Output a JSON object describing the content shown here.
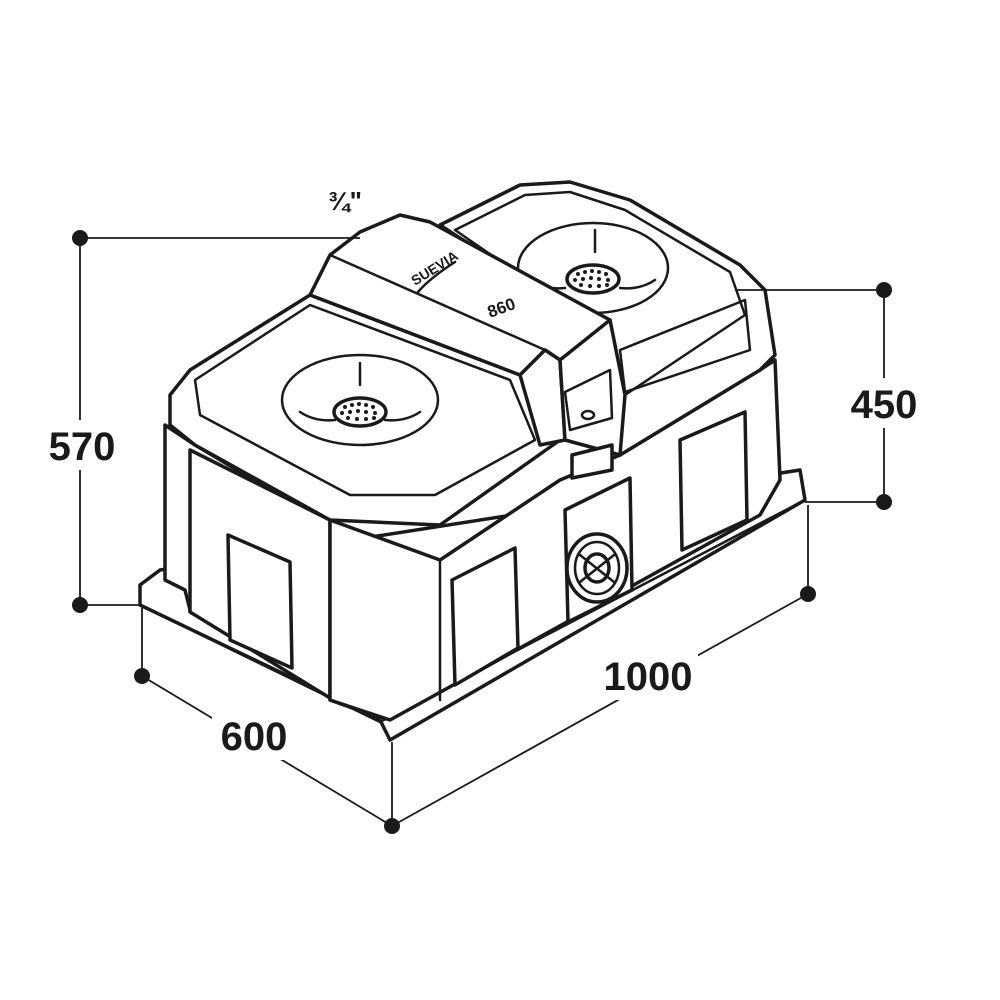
{
  "drawing": {
    "brand": "SUEVIA",
    "model": "860",
    "fitting": "¾\""
  },
  "dimensions": {
    "height_total": "570",
    "height_body": "450",
    "length": "1000",
    "width": "600"
  },
  "colors": {
    "line": "#1a1a1a",
    "background": "#ffffff"
  }
}
